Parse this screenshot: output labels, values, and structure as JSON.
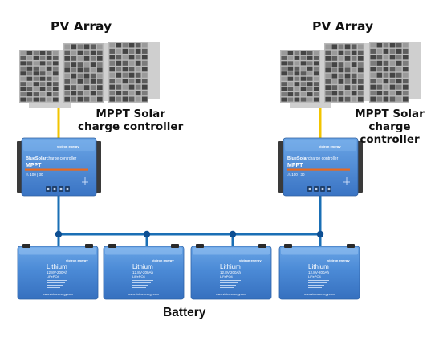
{
  "labels": {
    "pv_array": "PV Array",
    "mppt_line1": "MPPT Solar",
    "mppt_line2": "charge controller",
    "battery": "Battery"
  },
  "controller": {
    "brand": "victron energy",
    "product": "BlueSolar",
    "product_suffix": "charge controller",
    "mode": "MPPT",
    "spec": "⚠ 100 | 30"
  },
  "battery_unit": {
    "brand": "victron energy",
    "name": "Lithium",
    "spec": "12,8V-200Ah",
    "sub": "LiFePO4",
    "site": "www.victronenergy.com"
  },
  "colors": {
    "pv_wire": "#f2c400",
    "dc_bus": "#1a6fb5",
    "junction": "#0d4f93",
    "panel_cell_dark": "#444444",
    "panel_cell_light": "#9a9a9a",
    "device_blue": "#3f7fd0",
    "accent_orange": "#e96a1f"
  }
}
